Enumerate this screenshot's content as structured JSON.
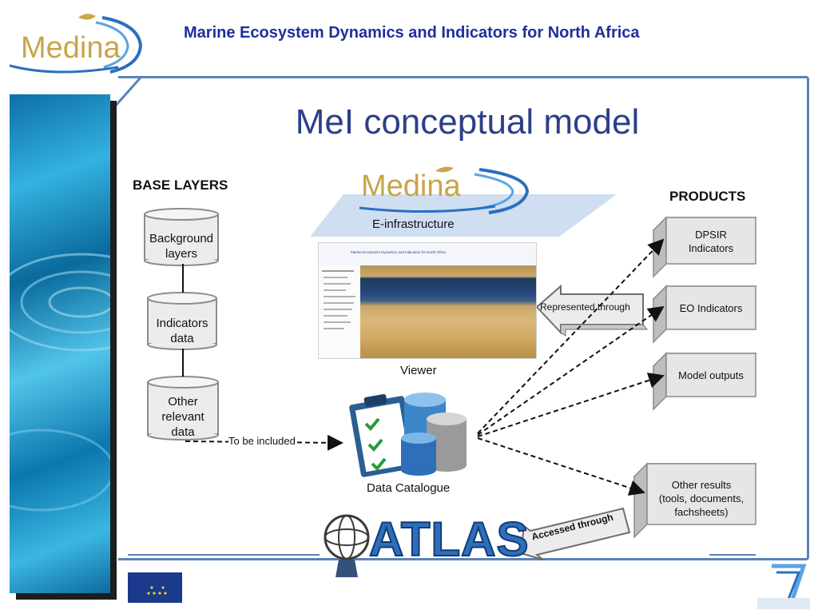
{
  "header": {
    "logo_text": "Medina",
    "title": "Marine Ecosystem Dynamics and Indicators for North Africa"
  },
  "slide": {
    "title": "MeI conceptual model"
  },
  "diagram": {
    "base_layers_label": "BASE LAYERS",
    "base_layers": [
      {
        "lines": [
          "Background",
          "layers"
        ]
      },
      {
        "lines": [
          "Indicators",
          "data"
        ]
      },
      {
        "lines": [
          "Other",
          "relevant",
          "data"
        ]
      }
    ],
    "to_be_included_label": "To be included",
    "center_logo_text": "Medina",
    "e_infrastructure_label": "E-infrastructure",
    "viewer_label": "Viewer",
    "viewer_screenshot_title": "Marine Ecosystem Dynamics and Indicators for North Africa",
    "data_catalogue_label": "Data Catalogue",
    "atlas_text": "ATLAS",
    "products_label": "PRODUCTS",
    "products": [
      {
        "lines": [
          "DPSIR",
          "Indicators"
        ]
      },
      {
        "lines": [
          "EO Indicators"
        ]
      },
      {
        "lines": [
          "Model outputs"
        ]
      }
    ],
    "other_results": {
      "lines": [
        "Other results",
        "(tools, documents,",
        "fachsheets)"
      ]
    },
    "represented_through_label": "Represented through",
    "accessed_through_label": "Accessed through"
  },
  "colors": {
    "title_blue": "#1f2f9c",
    "frame_blue": "#5b82b8",
    "atlas_blue": "#2d6fb8",
    "box_fill": "#e6e6e6"
  },
  "icons": [
    "medina-logo-icon",
    "fish-icon",
    "clipboard-icon",
    "database-icon",
    "atlas-figure-icon",
    "eu-flag-icon",
    "fp7-logo-icon"
  ]
}
